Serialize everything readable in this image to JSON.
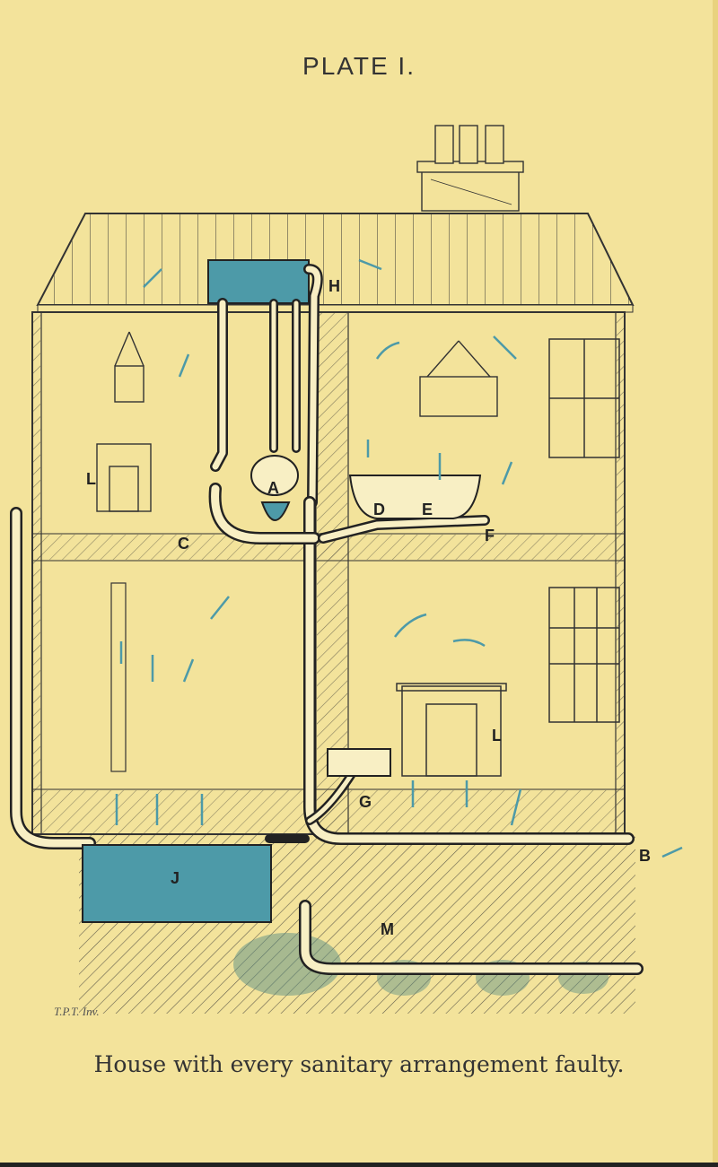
{
  "plate_title": "PLATE I.",
  "caption": "House with every sanitary arrangement faulty.",
  "signature": "T.P.T. Inv.",
  "labels": {
    "H": "H",
    "A": "A",
    "L1": "L",
    "L2": "L",
    "C": "C",
    "D": "D",
    "E": "E",
    "F": "F",
    "G": "G",
    "J": "J",
    "M": "M",
    "B": "B"
  },
  "colors": {
    "paper": "#f3e39b",
    "water": "#4d9aa8",
    "ink": "#2a2a2a",
    "soil": "#5c8f86"
  }
}
